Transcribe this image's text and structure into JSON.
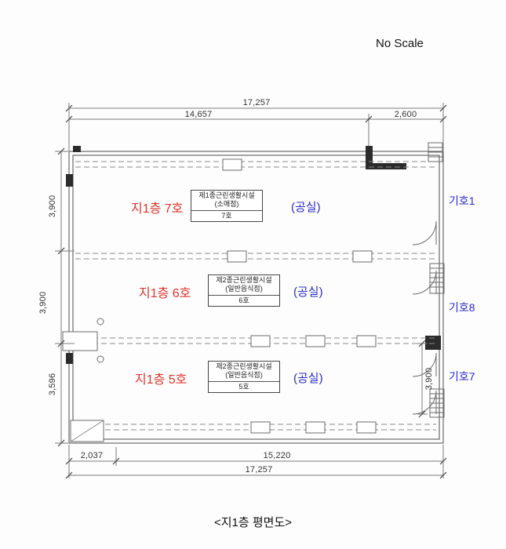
{
  "page": {
    "scale_note": "No Scale",
    "caption": "<지1층 평면도>"
  },
  "dimensions": {
    "top_total": "17,257",
    "top_main": "14,657",
    "top_right": "2,600",
    "left_upper": "3,900",
    "left_middle": "3,900",
    "left_lower": "3,596",
    "right_lower": "3,900",
    "bottom_left": "2,037",
    "bottom_main": "15,220",
    "bottom_total": "17,257"
  },
  "units": [
    {
      "name": "지1층 7호",
      "use_type": "제1종근린생활시설",
      "use_detail": "(소매점)",
      "unit_no": "7호",
      "status": "(공실)",
      "marker": "기호1"
    },
    {
      "name": "지1층 6호",
      "use_type": "제2종근린생활시설",
      "use_detail": "(일반음식점)",
      "unit_no": "6호",
      "status": "(공실)",
      "marker": "기호8"
    },
    {
      "name": "지1층 5호",
      "use_type": "제2종근린생활시설",
      "use_detail": "(일반음식점)",
      "unit_no": "5호",
      "status": "(공실)",
      "marker": "기호7"
    }
  ],
  "colors": {
    "unit_name": "#e0332b",
    "status_text": "#2a2ad0",
    "marker_text": "#2a2ad0",
    "drawing_line": "#6b6b6b",
    "dim_text": "#333333"
  }
}
